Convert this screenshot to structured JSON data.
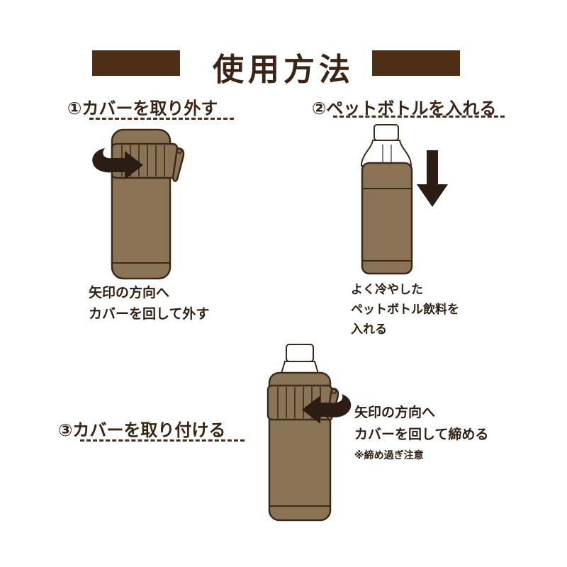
{
  "header": {
    "title": "使用方法"
  },
  "steps": [
    {
      "title": "①カバーを取り外す",
      "caption_lines": [
        "矢印の方向へ",
        "カバーを回して外す"
      ]
    },
    {
      "title": "②ペットボトルを入れる",
      "caption_lines": [
        "よく冷やした",
        "ペットボトル飲料を",
        "入れる"
      ]
    },
    {
      "title": "③カバーを取り付ける",
      "caption_lines": [
        "矢印の方向へ",
        "カバーを回して締める"
      ],
      "note": "※締め過ぎ注意"
    }
  ],
  "colors": {
    "bottle_body": "#8b7355",
    "bottle_dark": "#6f5a43",
    "outline": "#3b2a1c",
    "title_bar": "#4f2e16",
    "arrow": "#2b1d14",
    "pet_cap": "#ffffff"
  },
  "icons": [
    "rotate-arrow-icon",
    "down-arrow-icon",
    "rotate-arrow-left-icon"
  ]
}
